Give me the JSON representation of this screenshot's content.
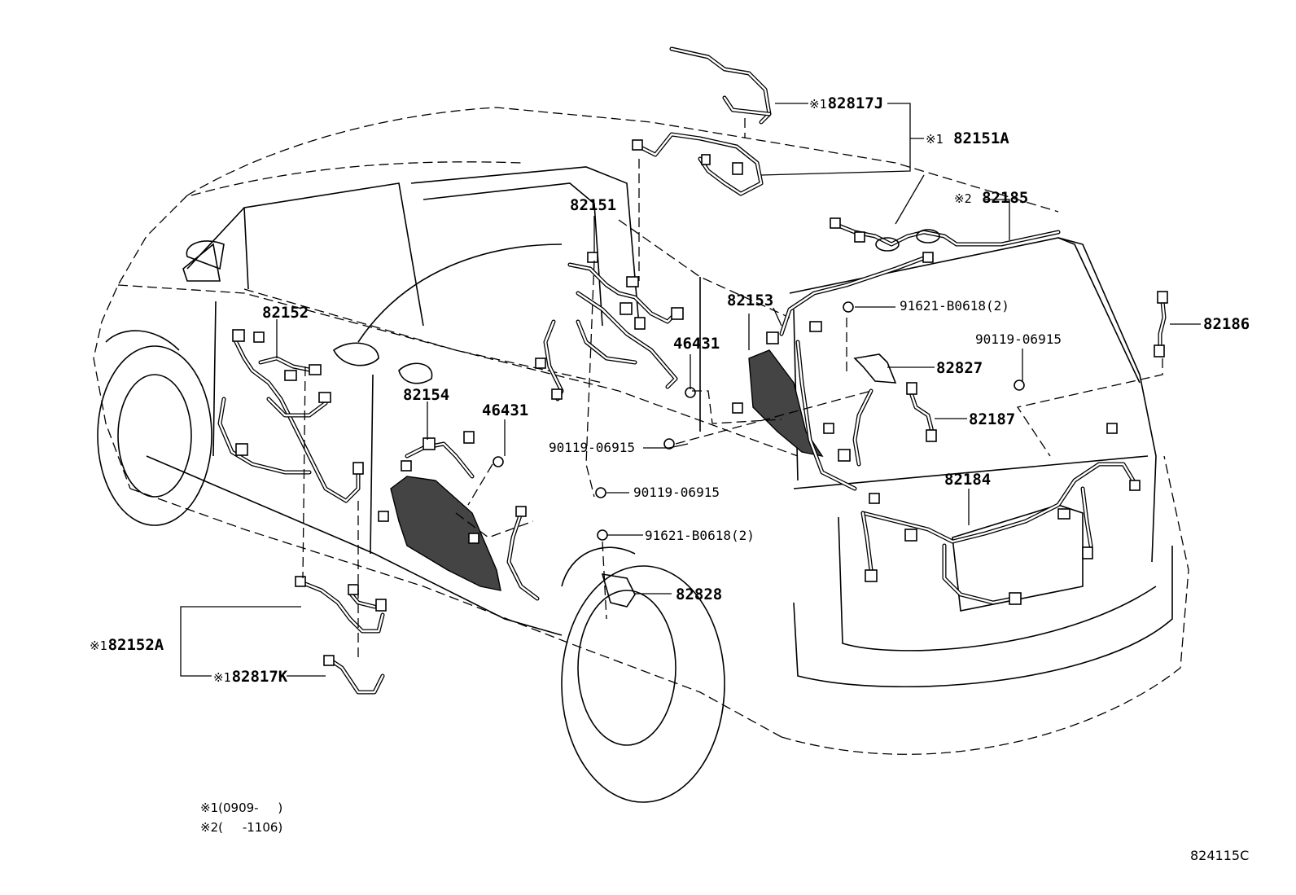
{
  "figure_code": "824115C",
  "footnotes": [
    {
      "mark": "※1",
      "text": "(0909-     )"
    },
    {
      "mark": "※2",
      "text": "(     -1106)"
    }
  ],
  "parts": {
    "p82817J": {
      "mark": "※1",
      "number": "82817J"
    },
    "p82151A": {
      "mark": "※1",
      "number": "82151A"
    },
    "p82185": {
      "mark": "※2",
      "number": "82185"
    },
    "p82151": {
      "number": "82151"
    },
    "p82152": {
      "number": "82152"
    },
    "p82153": {
      "number": "82153"
    },
    "p91621a": {
      "number": "91621-B0618(2)"
    },
    "p82186": {
      "number": "82186"
    },
    "p90119a": {
      "number": "90119-06915"
    },
    "p46431a": {
      "number": "46431"
    },
    "p82827": {
      "number": "82827"
    },
    "p82154": {
      "number": "82154"
    },
    "p46431b": {
      "number": "46431"
    },
    "p82187": {
      "number": "82187"
    },
    "p90119b": {
      "number": "90119-06915"
    },
    "p82184": {
      "number": "82184"
    },
    "p90119c": {
      "number": "90119-06915"
    },
    "p91621b": {
      "number": "91621-B0618(2)"
    },
    "p82828": {
      "number": "82828"
    },
    "p82152A": {
      "mark": "※1",
      "number": "82152A"
    },
    "p82817K": {
      "mark": "※1",
      "number": "82817K"
    }
  }
}
